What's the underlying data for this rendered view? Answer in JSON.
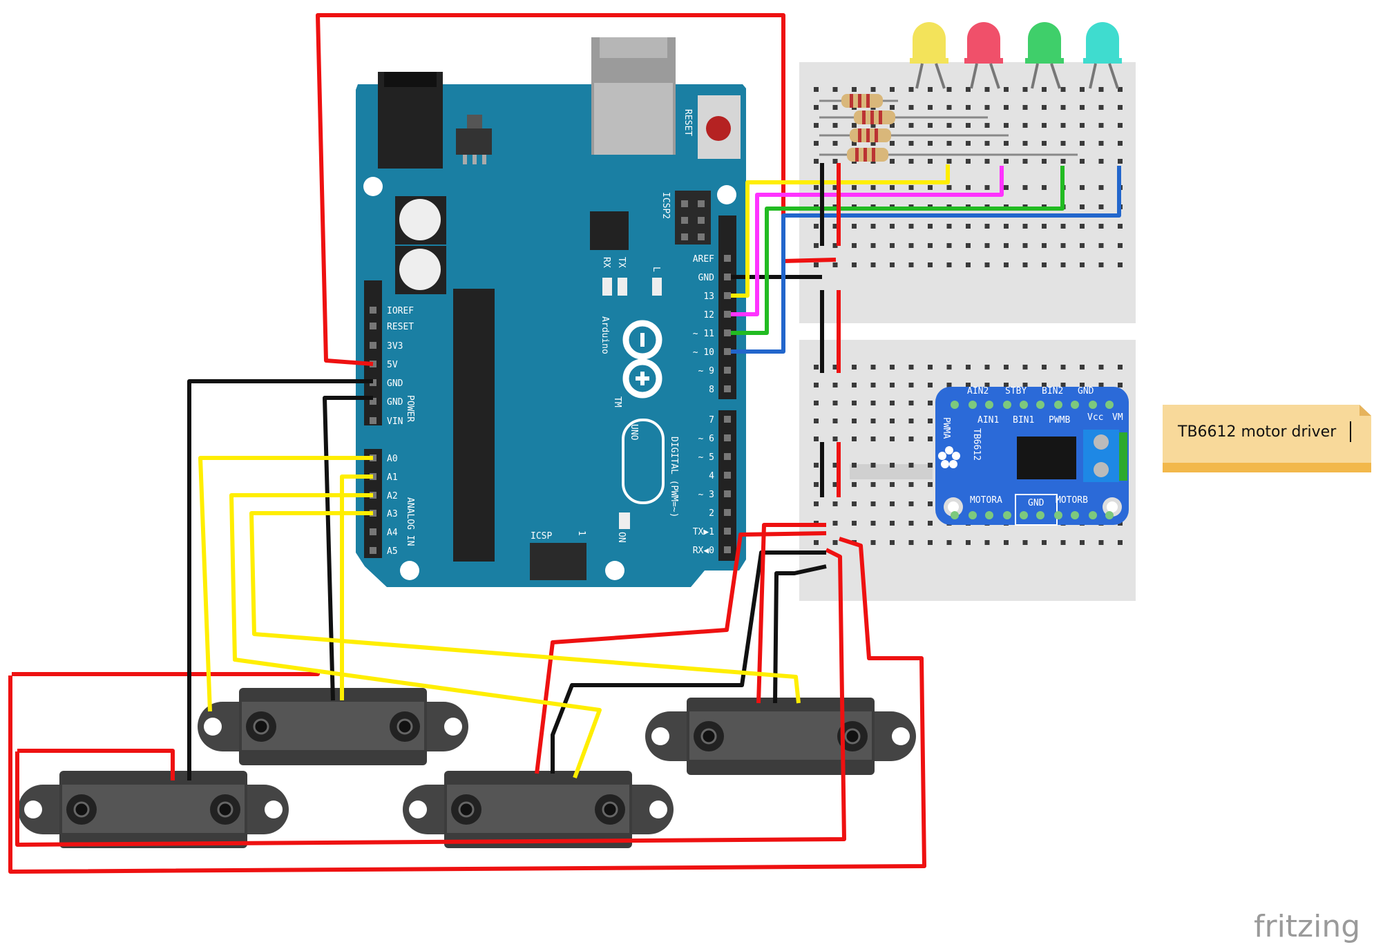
{
  "arduino": {
    "reset_label": "RESET",
    "icsp2_label": "ICSP2",
    "icsp_label": "ICSP",
    "icsp_pin1": "1",
    "tx_label": "TX",
    "rx_label": "RX",
    "l_label": "L",
    "on_label": "ON",
    "brand_label": "Arduino",
    "tm_label": "TM",
    "model_label": "UNO",
    "power_label": "POWER",
    "analog_label": "ANALOG IN",
    "digital_label": "DIGITAL (PWM=~)",
    "power_pins": [
      "IOREF",
      "RESET",
      "3V3",
      "5V",
      "GND",
      "GND",
      "VIN"
    ],
    "analog_pins": [
      "A0",
      "A1",
      "A2",
      "A3",
      "A4",
      "A5"
    ],
    "digital_top_pins": [
      "AREF",
      "GND",
      "13",
      "12",
      "~ 11",
      "~ 10",
      "~ 9",
      "8"
    ],
    "digital_bottom_pins": [
      "7",
      "~ 6",
      "~ 5",
      "4",
      "~ 3",
      "2",
      "TX▶1",
      "RX◀0"
    ]
  },
  "motor_driver": {
    "top_pins": [
      "AIN2",
      "STBY",
      "BIN2",
      "GND"
    ],
    "inner_pins": [
      "AIN1",
      "BIN1",
      "PWMB",
      "Vcc",
      "VM"
    ],
    "pwma_label": "PWMA",
    "chip_label": "TB6612",
    "motor_a_label": "MOTORA",
    "gnd_label": "GND",
    "motor_b_label": "MOTORB"
  },
  "leds": [
    {
      "name": "yellow",
      "color": "#f3e35a"
    },
    {
      "name": "red",
      "color": "#f0506a"
    },
    {
      "name": "green",
      "color": "#3fcf6a"
    },
    {
      "name": "cyan",
      "color": "#3fdccf"
    }
  ],
  "note": {
    "text": "TB6612 motor driver"
  },
  "brand": {
    "text": "fritzing"
  },
  "colors": {
    "board": "#1a7fa3",
    "breadboard": "#e3e3e3",
    "wire_red": "#ee1111",
    "wire_black": "#111111",
    "wire_yellow": "#ffee00",
    "wire_magenta": "#ff33ff",
    "wire_green": "#22bb22",
    "wire_blue": "#2266cc",
    "driver": "#2b6ad8",
    "sensor": "#444444",
    "note": "#f8d99a"
  }
}
